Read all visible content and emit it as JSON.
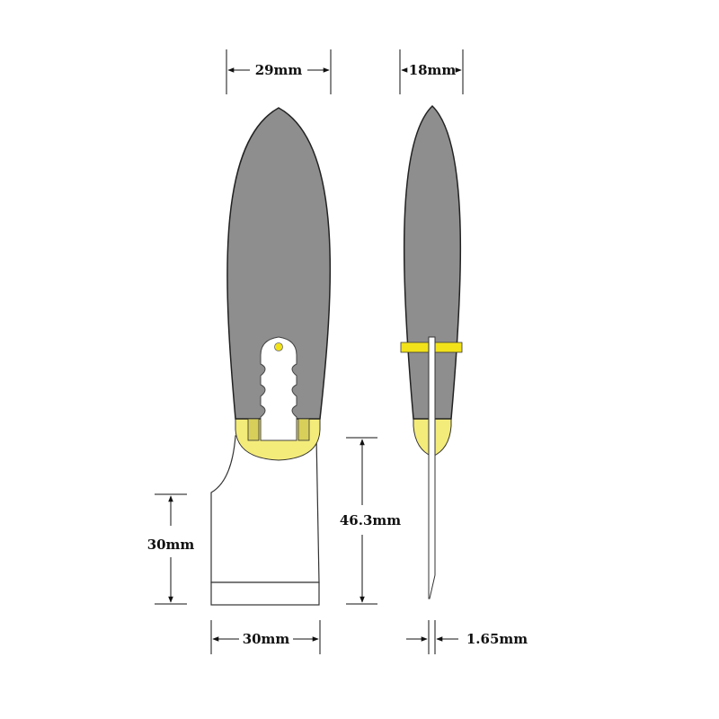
{
  "dimensions": {
    "handle_width": "29mm",
    "handle_thickness": "18mm",
    "blade_length": "46.3mm",
    "blade_height": "30mm",
    "blade_width": "30mm",
    "blade_thickness": "1.65mm"
  },
  "colors": {
    "handle": "#8e8e8e",
    "handle_outline": "#222222",
    "ferrule": "#f4ec7a",
    "accent_yellow": "#f2e21a",
    "blade": "#ffffff",
    "line": "#111111"
  }
}
